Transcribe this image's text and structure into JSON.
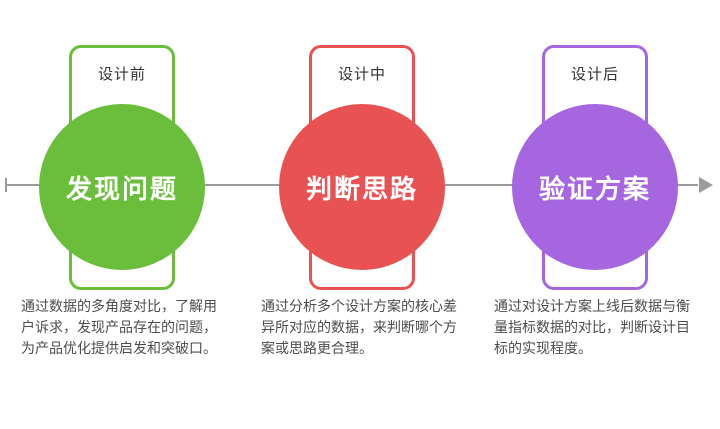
{
  "figure": {
    "background": "#ffffff",
    "timeline_color": "#9b9b9b"
  },
  "stages": [
    {
      "label": "设计前",
      "title": "发现问题",
      "color": "#6abe3c",
      "description": "通过数据的多角度对比，了解用户诉求，发现产品存在的问题，为产品优化提供启发和突破口。"
    },
    {
      "label": "设计中",
      "title": "判断思路",
      "color": "#e85252",
      "description": "通过分析多个设计方案的核心差异所对应的数据，来判断哪个方案或思路更合理。"
    },
    {
      "label": "设计后",
      "title": "验证方案",
      "color": "#a566e0",
      "description": "通过对设计方案上线后数据与衡量指标数据的对比，判断设计目标的实现程度。"
    }
  ]
}
